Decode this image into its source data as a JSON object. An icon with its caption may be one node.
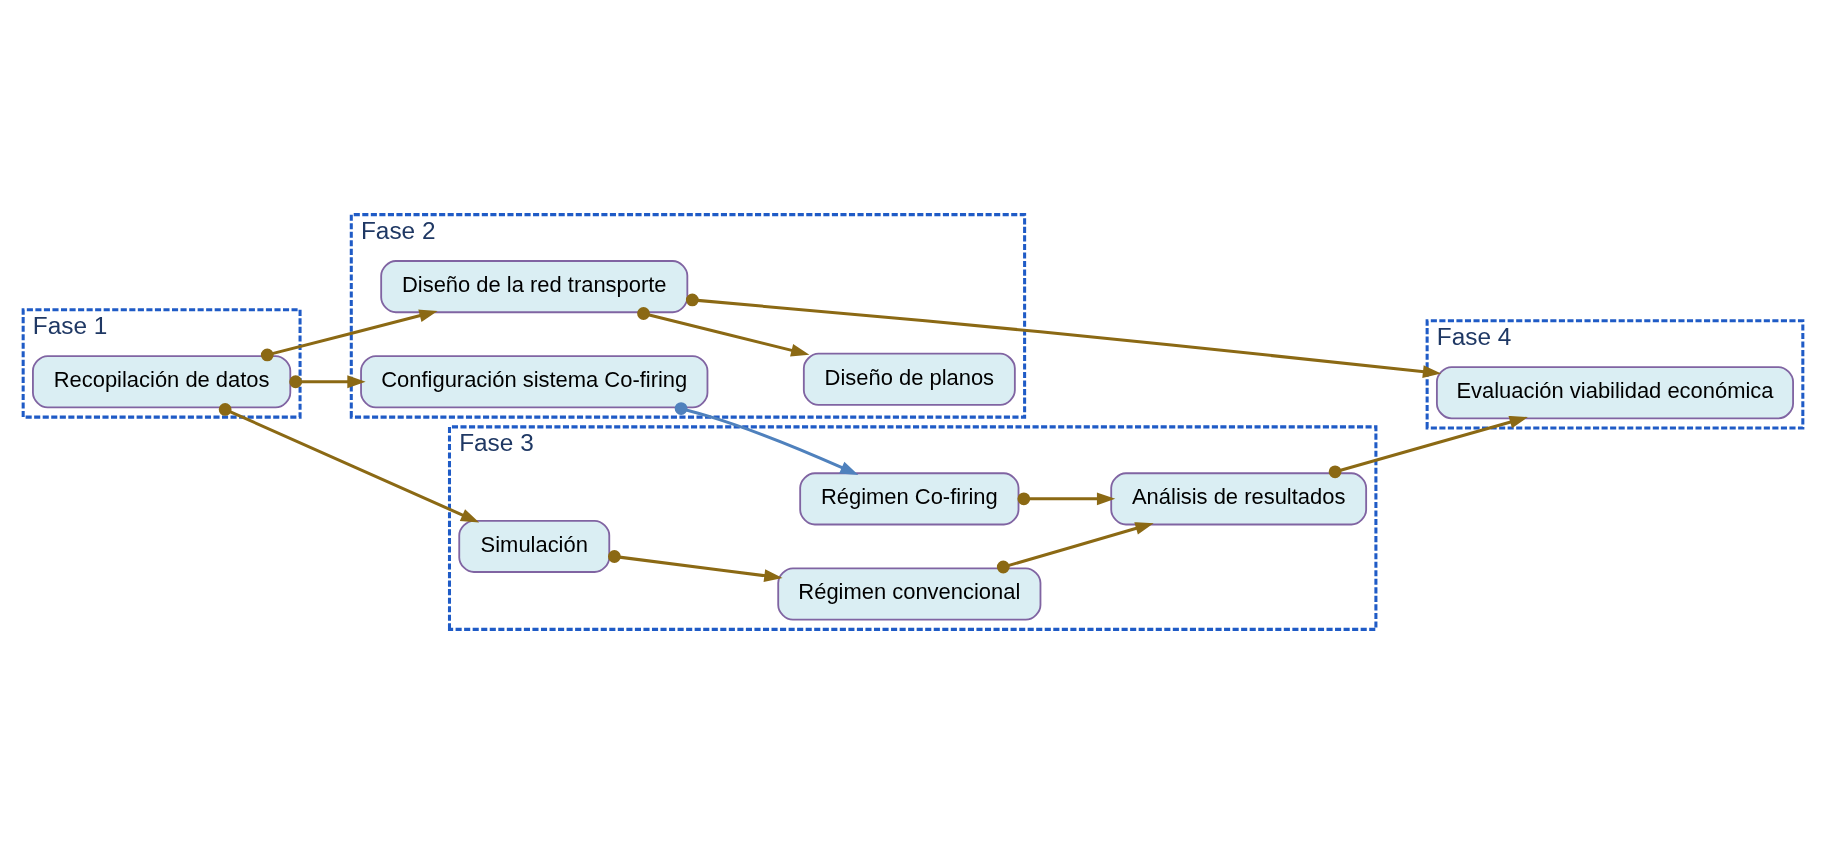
{
  "diagram": {
    "nodes": [
      {
        "text": [
          "Fase 1"
        ]
      },
      {
        "text": [
          "Recopilación de datos"
        ],
        "in": 0
      },
      {
        "text": [
          "Fase 2"
        ]
      },
      {
        "text": [
          "Diseño de la red transporte"
        ],
        "in": 2
      },
      {
        "text": [
          "Configuración sistema Co-firing"
        ],
        "in": 2
      },
      {
        "text": [
          "Diseño de planos"
        ],
        "in": 2
      },
      {
        "text": [
          "Fase 3"
        ]
      },
      {
        "text": [
          "Simulación"
        ],
        "in": 6
      },
      {
        "text": [
          "Régimen convencional"
        ],
        "in": 6
      },
      {
        "text": [
          "Régimen Co-firing"
        ],
        "in": 6
      },
      {
        "text": [
          "Análisis de resultados"
        ],
        "in": 6
      },
      {
        "text": [
          "Fase 4"
        ]
      },
      {
        "text": [
          "Evaluación viabilidad económica"
        ],
        "in": 11
      }
    ],
    "edges": [
      {
        "from": 1,
        "to": 3,
        "arrow": "to"
      },
      {
        "from": 1,
        "to": 4,
        "arrow": "to"
      },
      {
        "from": 1,
        "to": 7,
        "arrow": "to"
      },
      {
        "from": 3,
        "to": 12,
        "arrow": "to"
      },
      {
        "from": 3,
        "to": 5,
        "arrow": "to"
      },
      {
        "from": 7,
        "to": 8,
        "arrow": "to"
      },
      {
        "from": 4,
        "to": 9,
        "arrow": "to",
        "color": "#4f81bd"
      },
      {
        "from": 8,
        "to": 10,
        "arrow": "to"
      },
      {
        "from": 9,
        "to": 10,
        "arrow": "to"
      },
      {
        "from": 10,
        "to": 12,
        "arrow": "to"
      }
    ]
  }
}
